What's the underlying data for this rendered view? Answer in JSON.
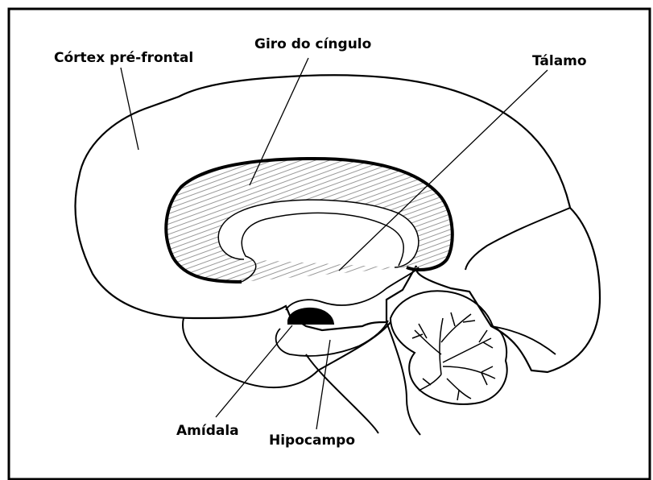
{
  "labels": {
    "prefrontal_cortex": "Córtex pré-frontal",
    "cingulate_gyrus": "Giro do cíngulo",
    "thalamus": "Tálamo",
    "amygdala": "Amídala",
    "hippocampus": "Hipocampo"
  },
  "colors": {
    "ink": "#000000",
    "background": "#ffffff"
  }
}
